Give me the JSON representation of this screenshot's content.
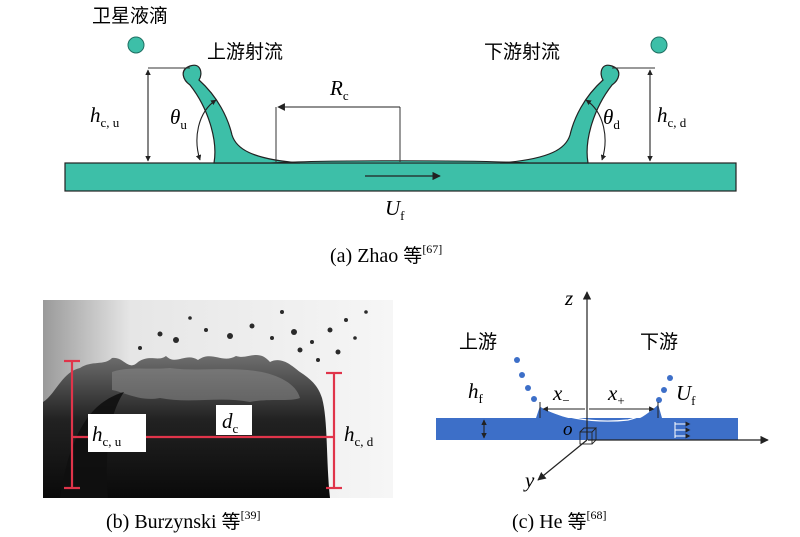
{
  "panel_a": {
    "satellite_droplet": "卫星液滴",
    "upstream_jet": "上游射流",
    "downstream_jet": "下游射流",
    "hcu_main": "h",
    "hcu_sub": "c, u",
    "hcd_main": "h",
    "hcd_sub": "c, d",
    "theta_u_main": "θ",
    "theta_u_sub": "u",
    "theta_d_main": "θ",
    "theta_d_sub": "d",
    "rc_main": "R",
    "rc_sub": "c",
    "uf_main": "U",
    "uf_sub": "f",
    "caption_prefix": "(a) Zhao ",
    "caption_cjk": "等",
    "caption_ref": "[67]"
  },
  "panel_b": {
    "hcu_main": "h",
    "hcu_sub": "c, u",
    "hcd_main": "h",
    "hcd_sub": "c, d",
    "dc_main": "d",
    "dc_sub": "c",
    "caption_prefix": "(b) Burzynski ",
    "caption_cjk": "等",
    "caption_ref": "[39]"
  },
  "panel_c": {
    "upstream": "上游",
    "downstream": "下游",
    "z": "z",
    "y": "y",
    "o": "o",
    "hf_main": "h",
    "hf_sub": "f",
    "xminus_main": "x",
    "xminus_sub": "−",
    "xplus_main": "x",
    "xplus_sub": "+",
    "uf_main": "U",
    "uf_sub": "f",
    "caption_prefix": "(c) He ",
    "caption_cjk": "等",
    "caption_ref": "[68]"
  },
  "colors": {
    "teal": "#3dbfa8",
    "teal_dark": "#2a8f7e",
    "blue": "#3d6fc8",
    "red": "#e0344a",
    "ink": "#222222"
  }
}
